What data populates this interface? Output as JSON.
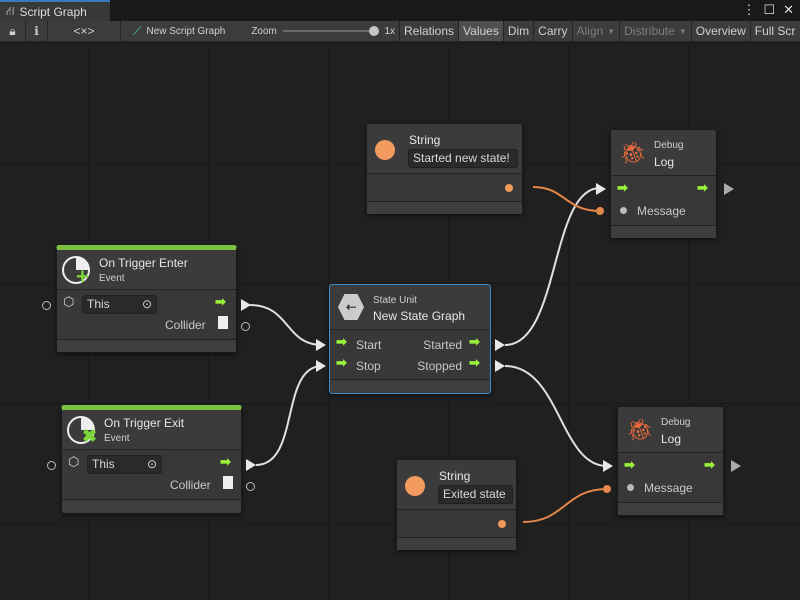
{
  "window": {
    "tab_title": "Script Graph",
    "tab_icon": "hierarchy-icon"
  },
  "toolbar": {
    "graph_name": "New Script Graph",
    "zoom_label": "Zoom",
    "zoom_value": "1x",
    "zoom_level": 1.0,
    "buttons": [
      "Relations",
      "Values",
      "Dim",
      "Carry",
      "Align",
      "Distribute",
      "Overview",
      "Full Scr"
    ],
    "active": "Values",
    "disabled": [
      "Align",
      "Distribute"
    ],
    "snippet_icon": "<×>"
  },
  "nodes": {
    "string1": {
      "title": "String",
      "value": "Started new state!"
    },
    "debug1": {
      "category": "Debug",
      "title": "Log",
      "message": "Message"
    },
    "enter": {
      "title": "On Trigger Enter",
      "subtitle": "Event",
      "target": "This",
      "output": "Collider"
    },
    "state": {
      "category": "State Unit",
      "title": "New  State  Graph",
      "start": "Start",
      "stop": "Stop",
      "started": "Started",
      "stopped": "Stopped"
    },
    "exit": {
      "title": "On Trigger Exit",
      "subtitle": "Event",
      "target": "This",
      "output": "Collider"
    },
    "debug2": {
      "category": "Debug",
      "title": "Log",
      "message": "Message"
    },
    "string2": {
      "title": "String",
      "value": "Exited state"
    }
  },
  "colors": {
    "flow": "#9cf23a",
    "string_port": "#f09a5a",
    "selection": "#3b8ecf",
    "event_bar": "#7cc242",
    "debug_icon": "#ef6a3a"
  }
}
